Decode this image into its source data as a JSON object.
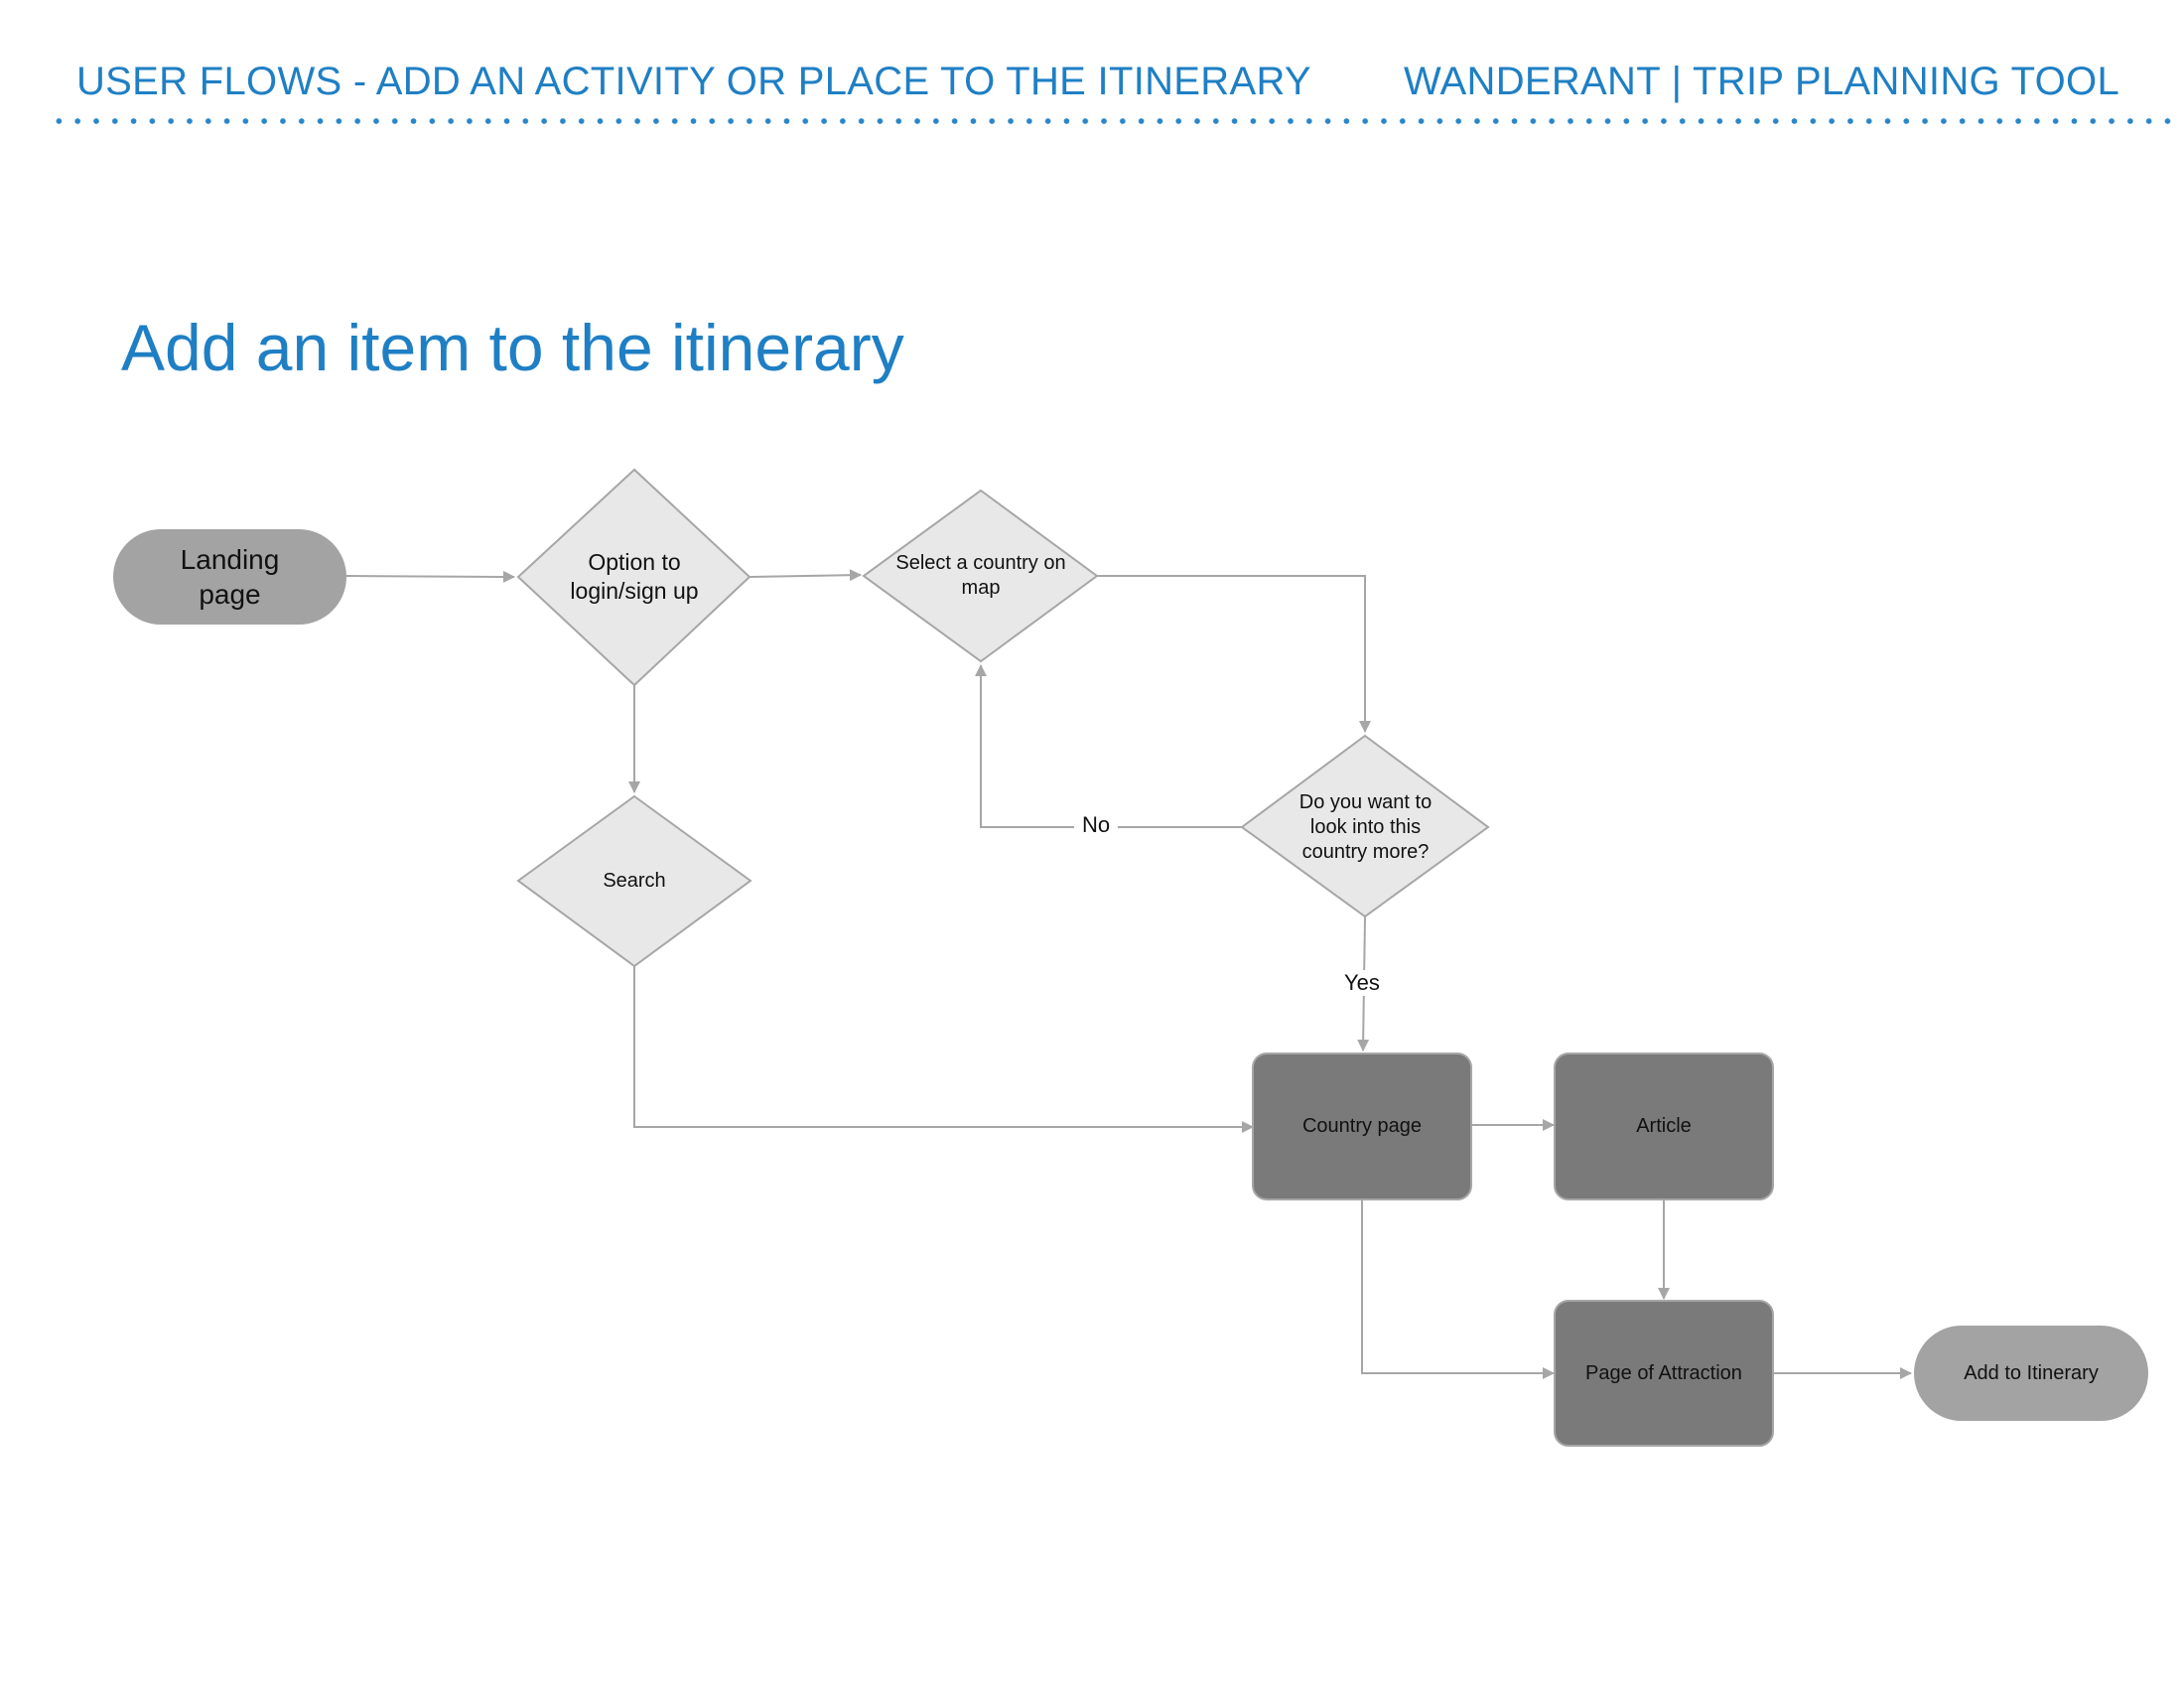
{
  "header": {
    "left_title": "USER FLOWS - ADD AN ACTIVITY OR PLACE TO THE ITINERARY",
    "right_title": "WANDERANT | TRIP PLANNING TOOL"
  },
  "page_title": "Add an item to the itinerary",
  "colors": {
    "title_blue": "#1f7fc4",
    "decision_fill": "#e8e8e8",
    "terminal_fill": "#a3a3a3",
    "page_fill": "#7a7a7a",
    "connector": "#a6a6a6"
  },
  "flow": {
    "nodes": {
      "landing": "Landing page",
      "login": "Option to login/sign up",
      "select_country": "Select a country on map",
      "search": "Search",
      "look_more": "Do you want to look into this country more?",
      "country_page": "Country page",
      "article": "Article",
      "attraction": "Page of Attraction",
      "add_itinerary": "Add to Itinerary"
    },
    "labels": {
      "no": "No",
      "yes": "Yes"
    }
  }
}
